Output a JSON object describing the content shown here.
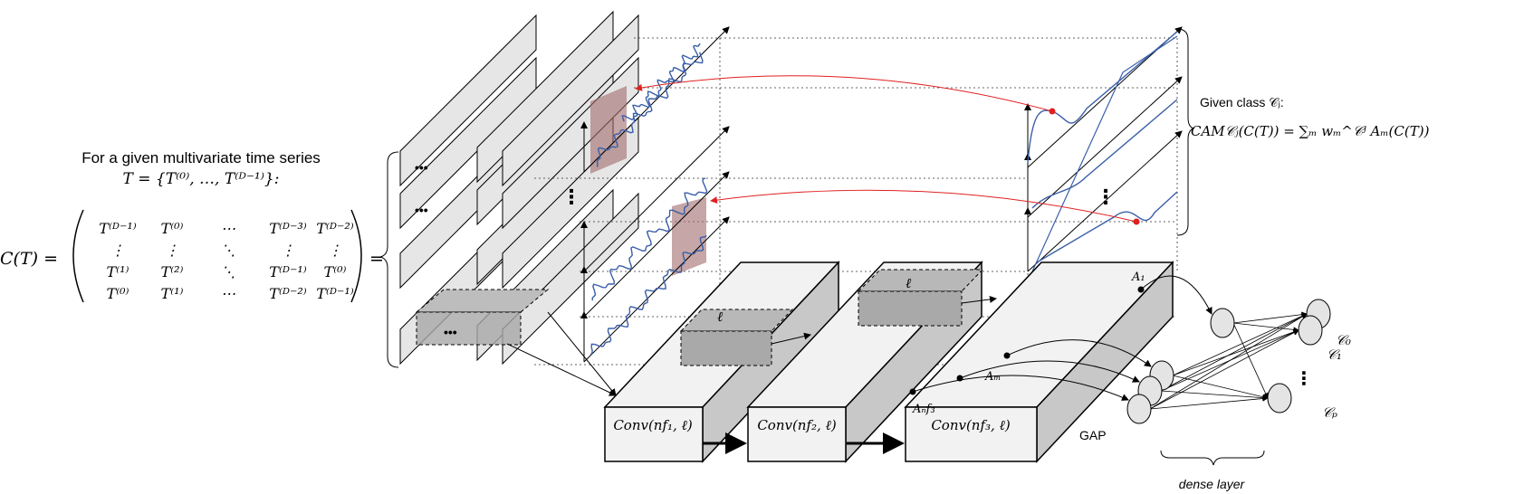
{
  "intro": {
    "line1": "For a given multivariate time series",
    "line2": "T = {T⁽⁰⁾, …, T⁽ᴰ⁻¹⁾}:"
  },
  "matrix": {
    "lhs": "C(T) =",
    "rhs": "=",
    "rows": [
      [
        "T⁽ᴰ⁻¹⁾",
        "T⁽⁰⁾",
        "⋯",
        "T⁽ᴰ⁻³⁾",
        "T⁽ᴰ⁻²⁾"
      ],
      [
        "⋮",
        "⋮",
        "⋱",
        "⋮",
        "⋮"
      ],
      [
        "T⁽¹⁾",
        "T⁽²⁾",
        "⋱",
        "T⁽ᴰ⁻¹⁾",
        "T⁽⁰⁾"
      ],
      [
        "T⁽⁰⁾",
        "T⁽¹⁾",
        "⋯",
        "T⁽ᴰ⁻²⁾",
        "T⁽ᴰ⁻¹⁾"
      ]
    ]
  },
  "sheets": {
    "ellipsis": "•••",
    "vdots": "⋮"
  },
  "cam": {
    "given": "Given class 𝒞ⱼ:",
    "formula": "CAM𝒞ⱼ(C(T)) = ∑ₘ wₘ^𝒞ʲ Aₘ(C(T))"
  },
  "conv": [
    "Conv(n𝑓₁, ℓ)",
    "Conv(n𝑓₂, ℓ)",
    "Conv(n𝑓₃, ℓ)"
  ],
  "kernel_label": "ℓ",
  "activations": {
    "a1": "A₁",
    "am": "Aₘ",
    "anf3": "Aₙ𝑓₃"
  },
  "gap": "GAP",
  "classes": [
    "𝒞₀",
    "𝒞₁",
    "𝒞ₚ"
  ],
  "output_vdots": "⋮",
  "right_vdots": "⋮",
  "dense": "dense layer",
  "colors": {
    "sheet": "#e6e6e6",
    "box_front": "#f2f2f2",
    "box_side": "#c8c8c8",
    "kernel": "#b8b8b8",
    "series": "#3a5fa8",
    "highlight": "#a06a6a",
    "arrow_red": "#e02020",
    "node": "#e4e4e4"
  }
}
